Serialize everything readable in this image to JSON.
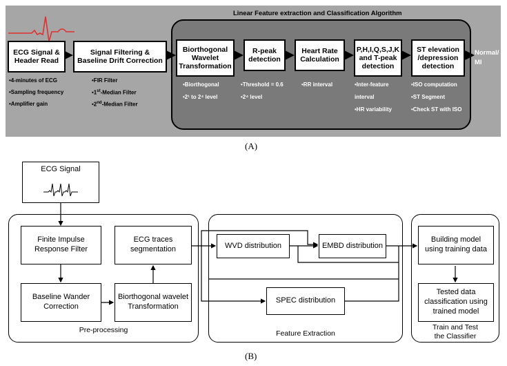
{
  "panel_a": {
    "title": "Linear Feature extraction and Classification Algorithm",
    "blocks": [
      {
        "label": "ECG Signal &\nHeader Read",
        "bullets": [
          "•4-minutes of ECG",
          "•Sampling frequency",
          "•Amplifier gain"
        ]
      },
      {
        "label": "Signal Filtering &\nBaseline Drift Correction",
        "bullets": [
          "•FIR Filter",
          "•1st-Median Filter",
          "•2nd-Median Filter"
        ]
      },
      {
        "label": "Biorthogonal\nWavelet\nTransformation",
        "bullets": [
          "•Biorthogonal",
          "•2¹ to 2⁴ level"
        ]
      },
      {
        "label": "R-peak\ndetection",
        "bullets": [
          "•Threshold = 0.6",
          "•2⁴ level"
        ]
      },
      {
        "label": "Heart Rate\nCalculation",
        "bullets": [
          "•RR interval"
        ]
      },
      {
        "label": "P,H,I,Q,S,J,K\nand T-peak\ndetection",
        "bullets": [
          "•Inter-feature",
          "  interval",
          "•HR variability"
        ]
      },
      {
        "label": "ST elevation\n/depression\ndetection",
        "bullets": [
          "•ISO computation",
          "•ST Segment",
          "•Check ST with ISO"
        ]
      }
    ],
    "output_label": "Normal/\nMI",
    "caption": "(A)"
  },
  "panel_b": {
    "input_box": "ECG Signal",
    "preprocessing": {
      "label": "Pre-processing",
      "boxes": [
        "Finite Impulse\nResponse Filter",
        "Baseline Wander\nCorrection",
        "Biorthogonal wavelet\nTransformation",
        "ECG traces\nsegmentation"
      ]
    },
    "feature_extraction": {
      "label": "Feature Extraction",
      "boxes": [
        "WVD distribution",
        "EMBD distribution",
        "SPEC distribution"
      ]
    },
    "classifier": {
      "label": "Train and Test\nthe Classifier",
      "boxes": [
        "Building  model\nusing training data",
        "Tested data\nclassification using\ntrained model"
      ]
    },
    "caption": "(B)"
  }
}
